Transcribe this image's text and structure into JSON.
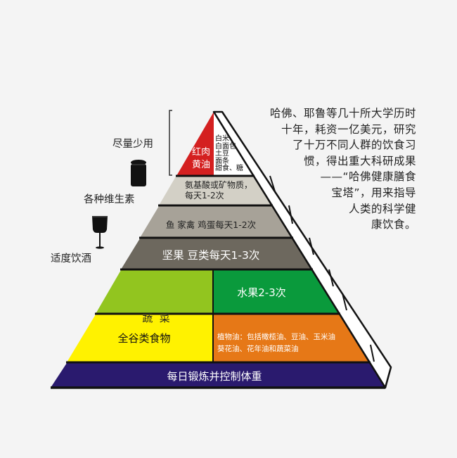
{
  "title": "哈佛健康膳食宝塔",
  "description_lines": [
    "哈佛、耶鲁等几十所大学历时",
    "十年，耗资一亿美元，研究",
    "了十万不同人群的饮食习",
    "惯，得出重大科研成果",
    "——“哈佛健康膳食",
    "宝塔”，用来指导",
    "人类的科学健",
    "康饮食。"
  ],
  "left_labels": {
    "use_sparingly": "尽量少用",
    "multivitamins": "各种维生素",
    "moderate_alcohol": "适度饮酒"
  },
  "icons": {
    "use_sparingly": "supplement-bottle-icon",
    "alcohol": "wine-glass-icon"
  },
  "tiers": [
    {
      "level": 1,
      "left": {
        "lines": [
          "红肉",
          "黄油"
        ],
        "color": "#d42020"
      },
      "right": {
        "lines": [
          "白米",
          "白面包",
          "土豆",
          "面条",
          "甜食、糖"
        ],
        "color": "#ffffff"
      }
    },
    {
      "level": 2,
      "lines": [
        "氨基酸或矿物质，",
        "每天1-2次"
      ],
      "color": "#d3d0c6"
    },
    {
      "level": 3,
      "lines": [
        "鱼 家禽 鸡蛋每天1-2次"
      ],
      "color": "#a7a298"
    },
    {
      "level": 4,
      "lines": [
        "坚果 豆类每天1-3次"
      ],
      "color": "#6d685e"
    },
    {
      "level": 5,
      "left": {
        "lines": [
          "蔬  菜"
        ],
        "color": "#92c51f"
      },
      "right": {
        "lines": [
          "水果2-3次"
        ],
        "color": "#0a9a3c"
      }
    },
    {
      "level": 6,
      "left": {
        "lines": [
          "全谷类食物"
        ],
        "color": "#fff200"
      },
      "right": {
        "lines": [
          "植物油：包括橄榄油、豆油、玉米油",
          "葵花油、花年油和蔬菜油"
        ],
        "color": "#e67817"
      }
    },
    {
      "level": 7,
      "lines": [
        "每日锻炼并控制体重"
      ],
      "color": "#2a1a6e"
    }
  ],
  "colors": {
    "background": "#f4f4f4",
    "outline": "#111111",
    "side_face": "#ffffff"
  }
}
